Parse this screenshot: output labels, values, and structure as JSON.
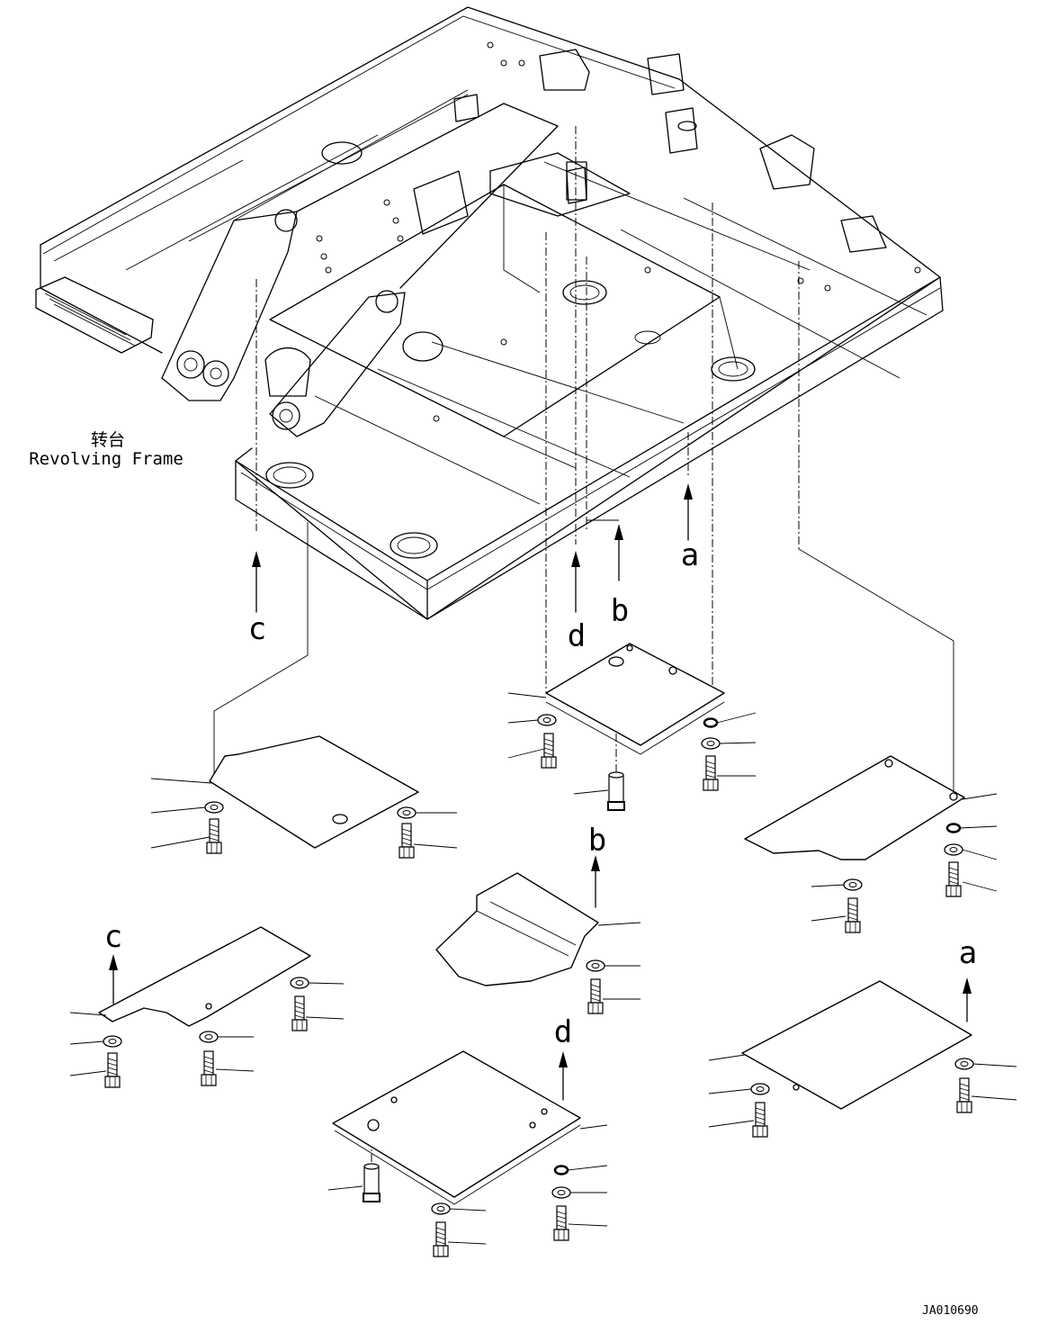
{
  "title_cn": "转台",
  "title_en": "Revolving Frame",
  "view_labels": [
    "a",
    "b",
    "c",
    "d"
  ],
  "drawing_code": "JA010690",
  "colors": {
    "line": "#000000",
    "background": "#ffffff"
  }
}
